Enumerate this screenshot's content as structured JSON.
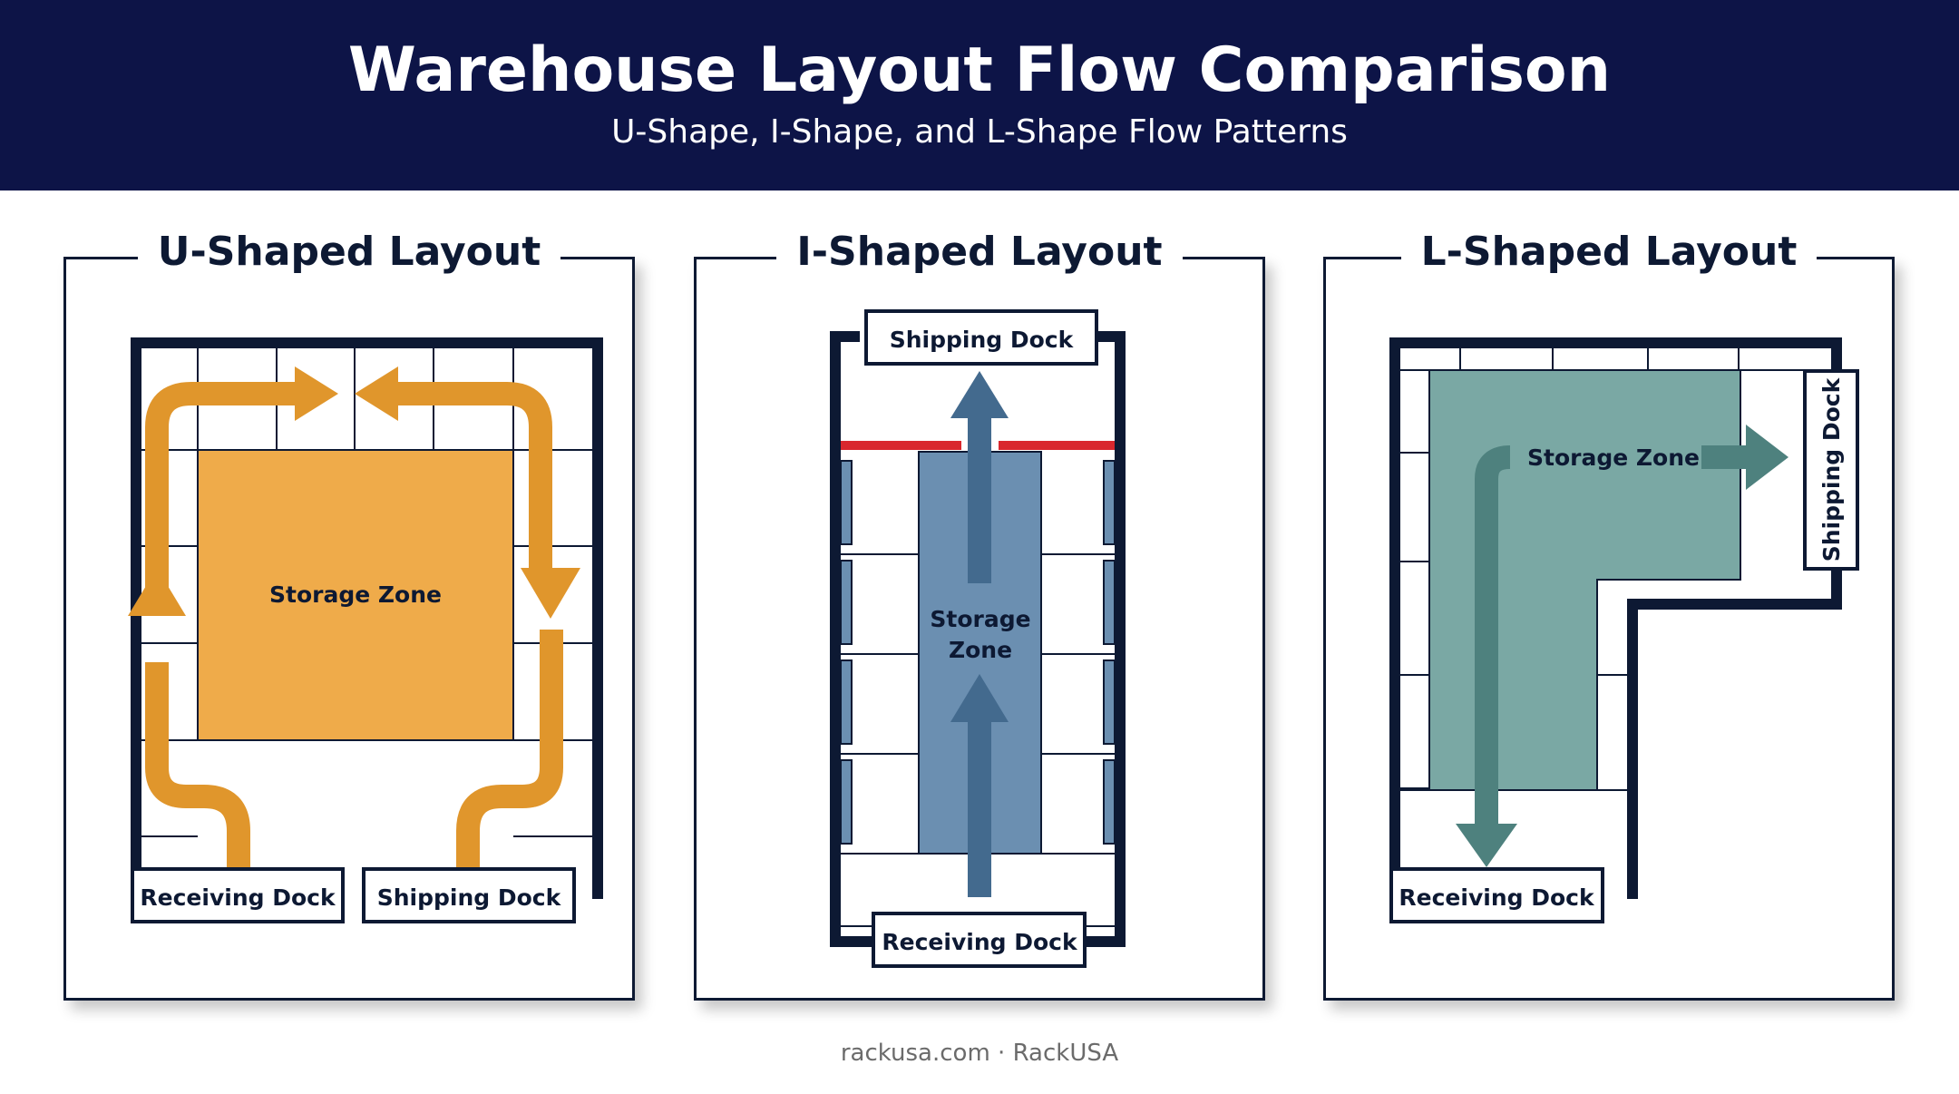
{
  "header": {
    "title": "Warehouse Layout Flow Comparison",
    "subtitle": "U-Shape, I-Shape, and L-Shape Flow Patterns"
  },
  "panels": [
    {
      "title": "U-Shaped Layout",
      "storage": "Storage Zone",
      "receiving": "Receiving Dock",
      "shipping": "Shipping Dock"
    },
    {
      "title": "I-Shaped Layout",
      "storage_line1": "Storage",
      "storage_line2": "Zone",
      "receiving": "Receiving Dock",
      "shipping": "Shipping Dock"
    },
    {
      "title": "L-Shaped Layout",
      "storage": "Storage Zone",
      "receiving": "Receiving Dock",
      "shipping": "Shipping Dock"
    }
  ],
  "footer": "rackusa.com · RackUSA",
  "colors": {
    "header_bg": "#0d1447",
    "u_flow": "#e0962c",
    "u_storage": "#efab4a",
    "i_storage": "#6b8fb1",
    "i_arrow": "#436a8e",
    "i_barrier": "#d9272e",
    "l_storage": "#7aa8a4",
    "l_arrow": "#4e817e"
  }
}
